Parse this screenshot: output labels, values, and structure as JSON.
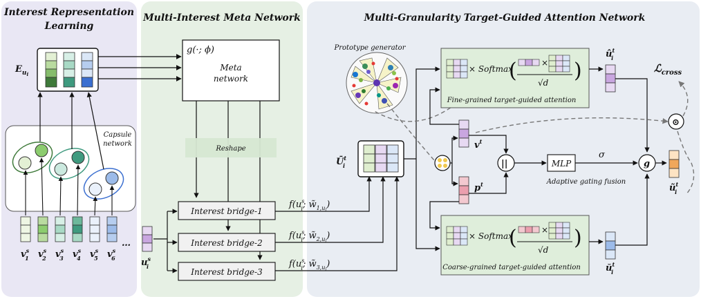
{
  "panels": {
    "left_title_1": "Interest Representation",
    "left_title_2": "Learning",
    "mid_title": "Multi-Interest Meta Network",
    "right_title": "Multi-Granularity Target-Guided Attention Network"
  },
  "left": {
    "e_label": "E",
    "e_sub": "u",
    "e_subsub": "i",
    "capsule_1": "Capsule",
    "capsule_2": "network",
    "ellipsis": "…",
    "v_labels": [
      "v",
      "v",
      "v",
      "v",
      "v",
      "v"
    ],
    "v_subs": [
      "1",
      "2",
      "3",
      "4",
      "5",
      "6"
    ],
    "v_sup": "s",
    "u_label": "u",
    "u_sub": "i",
    "u_sup": "s"
  },
  "middle": {
    "meta_fn": "g(·; ϕ)",
    "meta_1": "Meta",
    "meta_2": "network",
    "reshape": "Reshape",
    "bridges": [
      "Interest bridge-1",
      "Interest bridge-2",
      "Interest bridge-3"
    ],
    "f_labels": [
      "f(u",
      "f(u",
      "f(u"
    ],
    "w_subs": [
      "1,u",
      "2,u",
      "3,u"
    ],
    "f_sub": "i",
    "f_sup": "s",
    "f_w": "; w̃"
  },
  "right": {
    "prototype": "Prototype generator",
    "fine": "Fine-grained target-guided attention",
    "coarse": "Coarse-grained target-guided attention",
    "softmax": "× Softmax",
    "times": "×",
    "sqrt_d": "√d",
    "u_bar": "Ū",
    "u_bar_sub": "i",
    "u_bar_sup": "t",
    "v_t": "v",
    "p_t": "p",
    "t_sup": "t",
    "concat": "||",
    "mlp": "MLP",
    "sigma": "σ",
    "gate": "g",
    "adaptive": "Adaptive gating fusion",
    "u_hat": "û",
    "u_check": "ŭ",
    "u_tilde": "ũ",
    "loss": "ℒ",
    "loss_sub": "cross",
    "odot": "⊙"
  },
  "colors": {
    "left_panel": "#e9e7f4",
    "mid_panel": "#e6f0e4",
    "right_panel": "#e9edf3",
    "dark_green": "#3f7a3a",
    "teal": "#3f9a7f",
    "blue": "#3b6fd0",
    "lilac": "#e7d9f2",
    "pink": "#f3c9d0",
    "orange": "#f0a75b"
  }
}
